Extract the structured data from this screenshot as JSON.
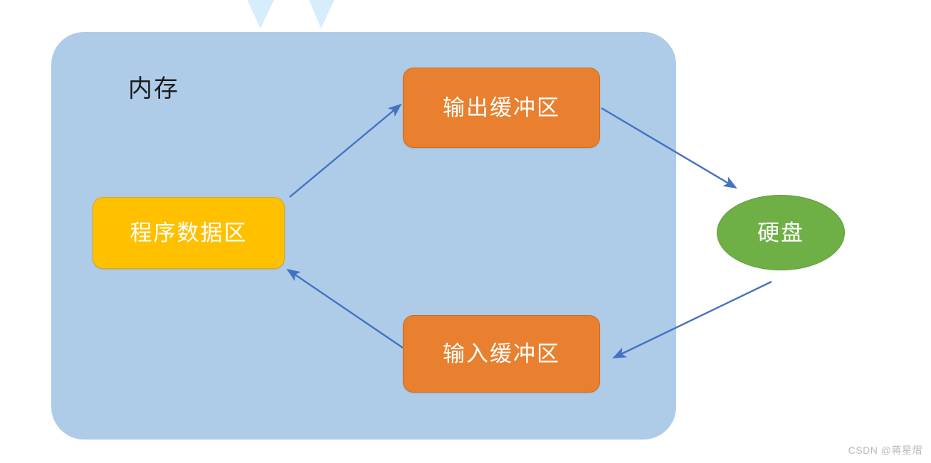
{
  "diagram": {
    "title_label": "内存",
    "nodes": {
      "program_data": {
        "label": "程序数据区",
        "color": "#FFC000",
        "shape": "rounded-rect"
      },
      "output_buffer": {
        "label": "输出缓冲区",
        "color": "#E8802F",
        "shape": "rounded-rect"
      },
      "input_buffer": {
        "label": "输入缓冲区",
        "color": "#E8802F",
        "shape": "rounded-rect"
      },
      "hard_disk": {
        "label": "硬盘",
        "color": "#6EAF46",
        "shape": "ellipse"
      }
    },
    "container": {
      "label": "内存",
      "color": "#AECCE8"
    },
    "arrow_color": "#4472C4",
    "edges": [
      {
        "from": "program_data",
        "to": "output_buffer"
      },
      {
        "from": "output_buffer",
        "to": "hard_disk"
      },
      {
        "from": "hard_disk",
        "to": "input_buffer"
      },
      {
        "from": "input_buffer",
        "to": "program_data"
      }
    ]
  },
  "watermark": {
    "credit": "CSDN @蒋星熠",
    "mark_color": "#D6EDFB"
  }
}
